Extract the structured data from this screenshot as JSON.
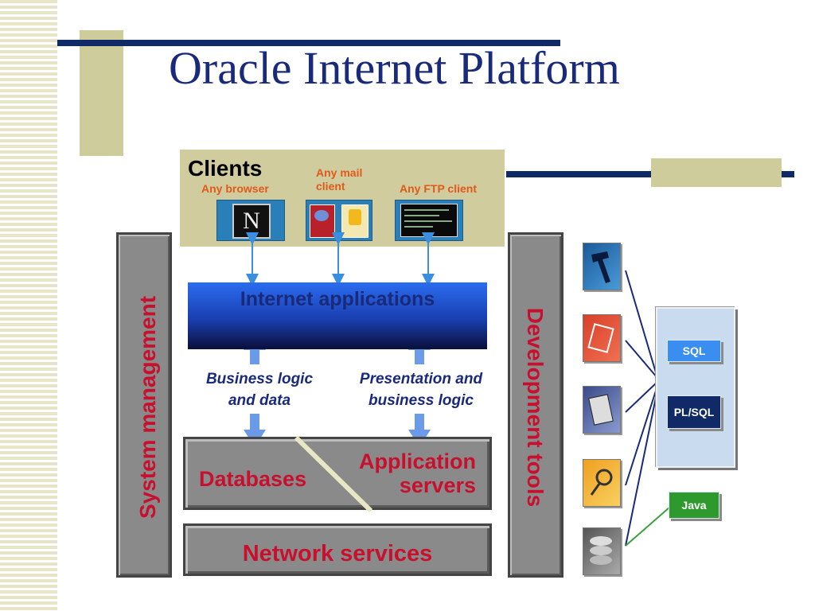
{
  "title": "Oracle Internet Platform",
  "clients": {
    "label": "Clients",
    "browser_label": "Any browser",
    "mail_label": "Any mail client",
    "ftp_label": "Any FTP client",
    "browser_icon_glyph": "N"
  },
  "internet_apps_label": "Internet applications",
  "business_logic_label_1": "Business logic",
  "business_logic_label_2": "and data",
  "presentation_label_1": "Presentation and",
  "presentation_label_2": "business logic",
  "databases_label": "Databases",
  "app_servers_label_1": "Application",
  "app_servers_label_2": "servers",
  "network_label": "Network services",
  "system_mgmt_label": "System management",
  "dev_tools_label": "Development tools",
  "languages": {
    "sql_label": "SQL",
    "plsql_label": "PL/SQL",
    "java_label": "Java"
  },
  "colors": {
    "title_blue": "#1a2a7a",
    "accent_red": "#c8102e",
    "accent_orange": "#e05a1a",
    "tan": "#d1cc9d",
    "navy": "#0f2a66"
  }
}
